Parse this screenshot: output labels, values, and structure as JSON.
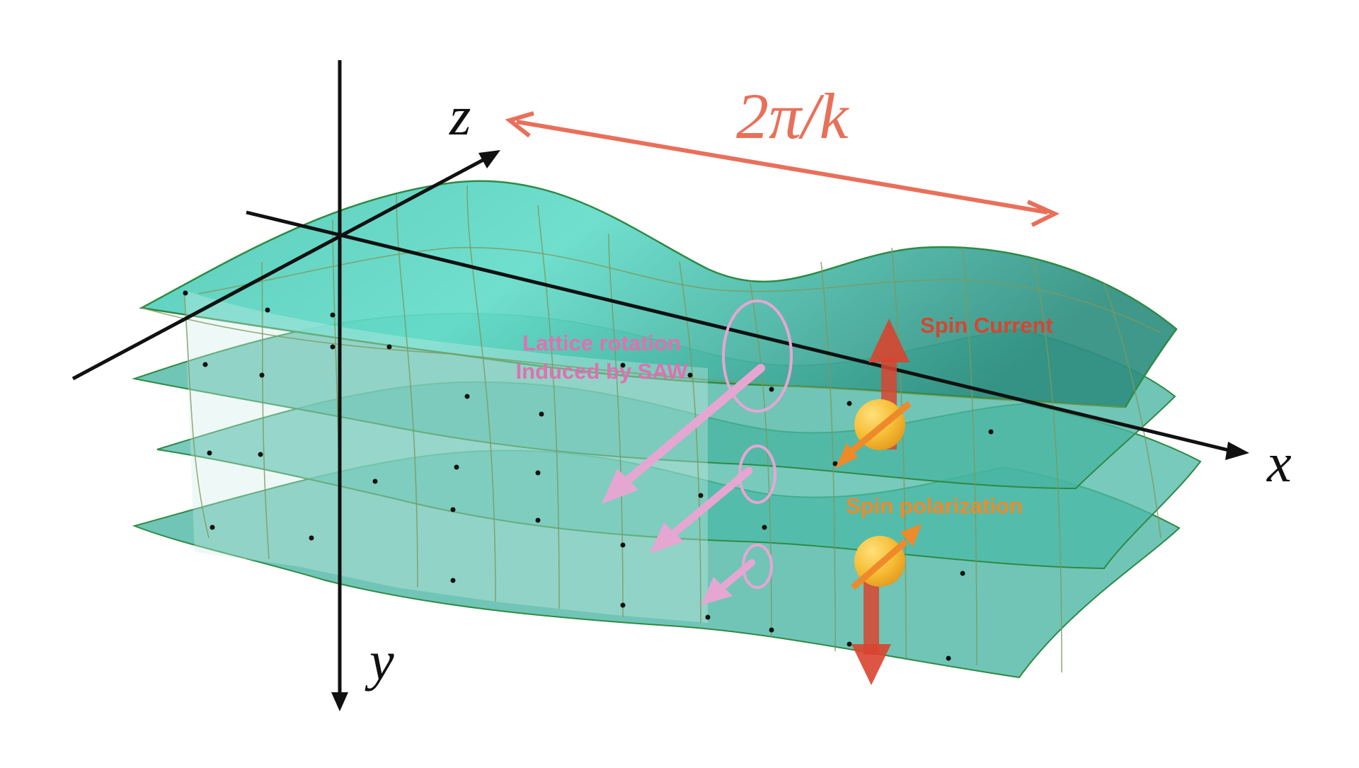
{
  "title": "",
  "axes": {
    "x_label": "x",
    "y_label": "y",
    "z_label": "z"
  },
  "wavelength_label": "2π/k",
  "annotations": {
    "lattice_rotation": [
      "Lattice rotation",
      "Induced by SAW"
    ],
    "spin_current": "Spin Current",
    "spin_polarization": "Spin polarization"
  },
  "colors": {
    "surface_fill": "#3fbfae",
    "surface_top": "#5fd8c6",
    "surface_edge": "#2e8a45",
    "grid_line": "#7c9a5e",
    "axis": "#111111",
    "wavelength": "#e8705a",
    "lattice_rotation": "#e070b0",
    "rotation_arrow": "#e6a6d2",
    "spin_current": "#d9442f",
    "spin_polarization": "#ee8a2a",
    "spin_ball": "#f7c33c"
  },
  "icons": {
    "spin_particle": "spin-particle-icon",
    "rotation_circle": "rotation-circle-icon"
  }
}
